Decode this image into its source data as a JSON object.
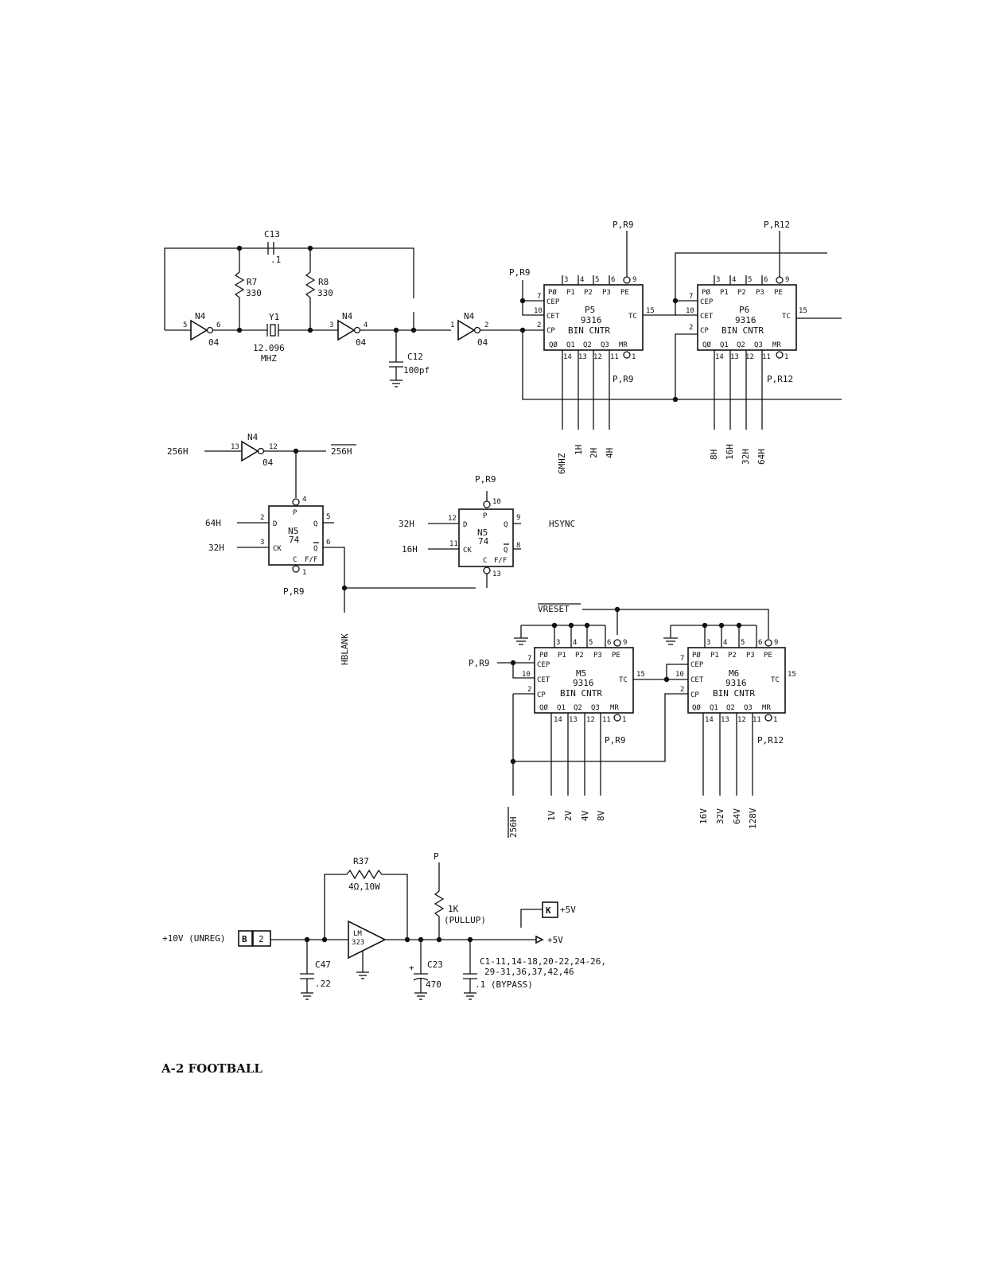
{
  "footer": "A-2 FOOTBALL",
  "oscillator": {
    "c13": "C13",
    "c13_val": ".1",
    "r7": "R7",
    "r7_val": "330",
    "r8": "R8",
    "r8_val": "330",
    "y1": "Y1",
    "y1_val": "12.096",
    "y1_unit": "MHZ",
    "c12": "C12",
    "c12_val": "100pf",
    "inv_a": "N4",
    "inv_a_part": "04",
    "inv_a_in": "5",
    "inv_a_out": "6",
    "inv_b": "N4",
    "inv_b_part": "04",
    "inv_b_in": "3",
    "inv_b_out": "4",
    "inv_c": "N4",
    "inv_c_part": "04",
    "inv_c_in": "1",
    "inv_c_out": "2"
  },
  "counter_p5": {
    "name": "P5",
    "part": "9316",
    "func": "BIN CNTR",
    "pins_top": [
      "3",
      "4",
      "5",
      "6",
      "9"
    ],
    "labels_top": [
      "PØ",
      "P1",
      "P2",
      "P3",
      "PE"
    ],
    "left": [
      {
        "pin": "7",
        "name": "CEP"
      },
      {
        "pin": "10",
        "name": "CET"
      },
      {
        "pin": "2",
        "name": "CP"
      }
    ],
    "labels_bottom": [
      "QØ",
      "Q1",
      "Q2",
      "Q3",
      "MR"
    ],
    "pins_bottom": [
      "14",
      "13",
      "12",
      "11",
      "1"
    ],
    "tc": "TC",
    "tc_pin": "15",
    "pullup_top": "P,R9",
    "pullup_left": "P,R9",
    "pullup_bottom": "P,R9",
    "outputs": [
      "6MHZ",
      "1H",
      "2H",
      "4H"
    ]
  },
  "counter_p6": {
    "name": "P6",
    "part": "9316",
    "func": "BIN CNTR",
    "pins_top": [
      "3",
      "4",
      "5",
      "6",
      "9"
    ],
    "labels_top": [
      "PØ",
      "P1",
      "P2",
      "P3",
      "PE"
    ],
    "left": [
      {
        "pin": "7",
        "name": "CEP"
      },
      {
        "pin": "10",
        "name": "CET"
      },
      {
        "pin": "2",
        "name": "CP"
      }
    ],
    "labels_bottom": [
      "QØ",
      "Q1",
      "Q2",
      "Q3",
      "MR"
    ],
    "pins_bottom": [
      "14",
      "13",
      "12",
      "11",
      "1"
    ],
    "tc": "TC",
    "tc_pin": "15",
    "pullup_top": "P,R12",
    "pullup_bottom": "P,R12",
    "outputs": [
      "8H",
      "16H",
      "32H",
      "64H"
    ]
  },
  "hsync": {
    "inv": "N4",
    "inv_part": "04",
    "inv_in": "13",
    "inv_out": "12",
    "in_label": "256H",
    "out_label": "256H",
    "ff1": {
      "name": "N5",
      "part": "74",
      "type": "F/F",
      "d_pin": "2",
      "ck_pin": "3",
      "q_pin": "5",
      "qn_pin": "6",
      "p_pin": "4",
      "c_pin": "1",
      "d_in": "64H",
      "ck_in": "32H",
      "pullup": "P,R9"
    },
    "ff2": {
      "name": "N5",
      "part": "74",
      "type": "F/F",
      "d_pin": "12",
      "ck_pin": "11",
      "q_pin": "9",
      "qn_pin": "8",
      "p_pin": "10",
      "c_pin": "13",
      "d_in": "32H",
      "ck_in": "16H",
      "pullup": "P,R9"
    },
    "hblank": "HBLANK",
    "hsync": "HSYNC",
    "p": "P",
    "c": "C",
    "d": "D",
    "ck": "CK",
    "q": "Q",
    "qn": "Q"
  },
  "counter_m5": {
    "name": "M5",
    "part": "9316",
    "func": "BIN CNTR",
    "vreset": "VRESET",
    "pins_top": [
      "3",
      "4",
      "5",
      "6",
      "9"
    ],
    "labels_top": [
      "PØ",
      "P1",
      "P2",
      "P3",
      "PE"
    ],
    "left": [
      {
        "pin": "7",
        "name": "CEP"
      },
      {
        "pin": "10",
        "name": "CET"
      },
      {
        "pin": "2",
        "name": "CP"
      }
    ],
    "labels_bottom": [
      "QØ",
      "Q1",
      "Q2",
      "Q3",
      "MR"
    ],
    "pins_bottom": [
      "14",
      "13",
      "12",
      "11",
      "1"
    ],
    "tc": "TC",
    "tc_pin": "15",
    "pullup_left": "P,R9",
    "pullup_bottom": "P,R9",
    "outputs": [
      "1V",
      "2V",
      "4V",
      "8V"
    ],
    "clock": "256H"
  },
  "counter_m6": {
    "name": "M6",
    "part": "9316",
    "func": "BIN CNTR",
    "pins_top": [
      "3",
      "4",
      "5",
      "6",
      "9"
    ],
    "labels_top": [
      "PØ",
      "P1",
      "P2",
      "P3",
      "PE"
    ],
    "left": [
      {
        "pin": "7",
        "name": "CEP"
      },
      {
        "pin": "10",
        "name": "CET"
      },
      {
        "pin": "2",
        "name": "CP"
      }
    ],
    "labels_bottom": [
      "QØ",
      "Q1",
      "Q2",
      "Q3",
      "MR"
    ],
    "pins_bottom": [
      "14",
      "13",
      "12",
      "11",
      "1"
    ],
    "tc": "TC",
    "tc_pin": "15",
    "pullup_bottom": "P,R12",
    "outputs": [
      "16V",
      "32V",
      "64V",
      "128V"
    ]
  },
  "power": {
    "input": "+10V (UNREG)",
    "conn_b": "B",
    "conn_b_pin": "2",
    "r37": "R37",
    "r37_val": "4Ω,10W",
    "reg": "LM",
    "reg_num": "323",
    "c47": "C47",
    "c47_val": ".22",
    "c23": "C23",
    "c23_val": "470",
    "c23_pol": "+",
    "pullup_node": "P",
    "pullup_val": "1K",
    "pullup_desc": "(PULLUP)",
    "conn_k": "K",
    "conn_k_out": "+5V",
    "out": "+5V",
    "bypass_list_1": "C1-11,14-18,20-22,24-26,",
    "bypass_list_2": "29-31,36,37,42,46",
    "bypass_val": ".1 (BYPASS)"
  }
}
